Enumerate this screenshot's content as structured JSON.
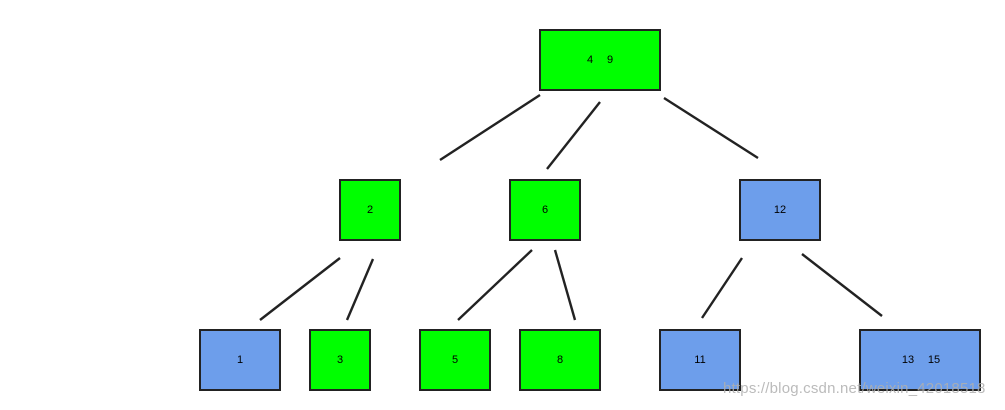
{
  "colors": {
    "green": "#00ff00",
    "blue": "#6d9eeb",
    "line": "#222222"
  },
  "nodes": [
    {
      "id": "root",
      "keys": [
        "4",
        "9"
      ],
      "color": "green"
    },
    {
      "id": "n2",
      "keys": [
        "2"
      ],
      "color": "green"
    },
    {
      "id": "n6",
      "keys": [
        "6"
      ],
      "color": "green"
    },
    {
      "id": "n12",
      "keys": [
        "12"
      ],
      "color": "blue"
    },
    {
      "id": "n1",
      "keys": [
        "1"
      ],
      "color": "blue"
    },
    {
      "id": "n3",
      "keys": [
        "3"
      ],
      "color": "green"
    },
    {
      "id": "n5",
      "keys": [
        "5"
      ],
      "color": "green"
    },
    {
      "id": "n8",
      "keys": [
        "8"
      ],
      "color": "green"
    },
    {
      "id": "n11",
      "keys": [
        "11"
      ],
      "color": "blue"
    },
    {
      "id": "n13_15",
      "keys": [
        "13",
        "15"
      ],
      "color": "blue"
    }
  ],
  "edges": [
    {
      "from": "root",
      "to": "n2"
    },
    {
      "from": "root",
      "to": "n6"
    },
    {
      "from": "root",
      "to": "n12"
    },
    {
      "from": "n2",
      "to": "n1"
    },
    {
      "from": "n2",
      "to": "n3"
    },
    {
      "from": "n6",
      "to": "n5"
    },
    {
      "from": "n6",
      "to": "n8"
    },
    {
      "from": "n12",
      "to": "n11"
    },
    {
      "from": "n12",
      "to": "n13_15"
    }
  ],
  "watermark": "https://blog.csdn.net/weixin_42018518"
}
